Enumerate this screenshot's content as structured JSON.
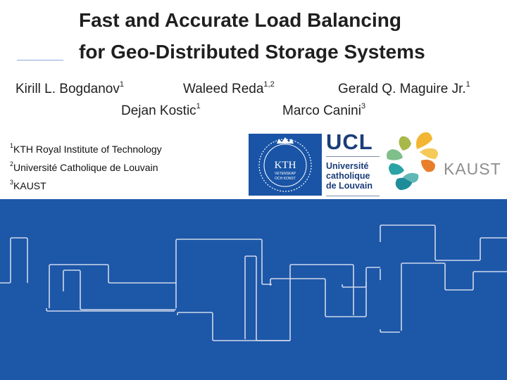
{
  "title": {
    "line1": "Fast and Accurate Load Balancing",
    "line2": "for Geo-Distributed Storage Systems"
  },
  "authors": [
    {
      "name": "Kirill L. Bogdanov",
      "sup": "1"
    },
    {
      "name": "Waleed Reda",
      "sup": "1,2"
    },
    {
      "name": "Gerald Q. Maguire Jr.",
      "sup": "1"
    },
    {
      "name": "Dejan Kostic",
      "sup": "1"
    },
    {
      "name": "Marco Canini",
      "sup": "3"
    }
  ],
  "affiliations": [
    {
      "sup": "1",
      "text": "KTH Royal Institute of Technology"
    },
    {
      "sup": "2",
      "text": "Université Catholique de Louvain"
    },
    {
      "sup": "3",
      "text": "KAUST"
    }
  ],
  "logos": {
    "kth": {
      "main": "KTH",
      "sub1": "VETENSKAP",
      "sub2": "OCH KONST",
      "color": "#1954a6"
    },
    "ucl": {
      "main": "UCL",
      "line1": "Université",
      "line2": "catholique",
      "line3": "de Louvain",
      "color": "#1b3d7a"
    },
    "kaust": {
      "text": "KAUST",
      "colors": [
        "#f2b632",
        "#e87e2a",
        "#2aa3a5",
        "#9aa44a"
      ]
    }
  },
  "banner": {
    "color": "#1d57a8",
    "line_color": "#cfd8ec"
  }
}
